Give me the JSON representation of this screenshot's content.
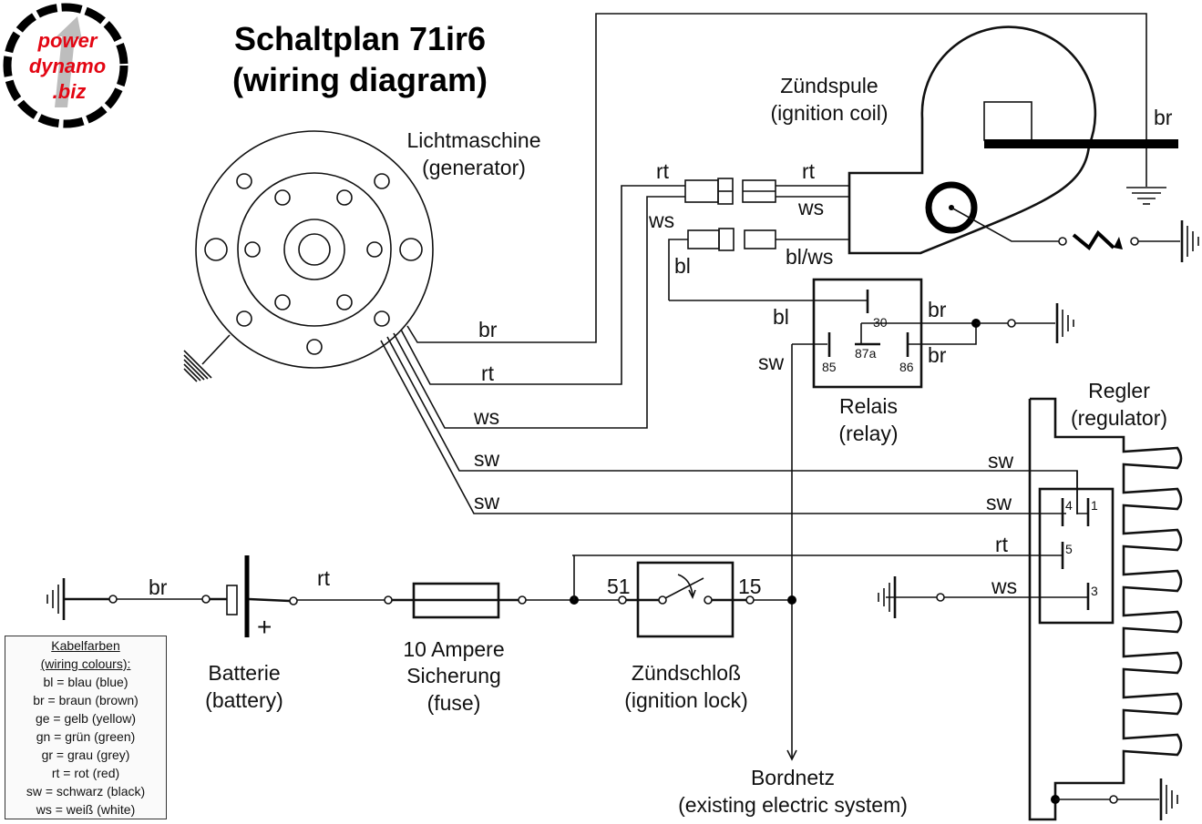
{
  "title": {
    "line1": "Schaltplan 71ir6",
    "line2": "(wiring diagram)"
  },
  "logo": {
    "line1": "power",
    "line2": "dynamo",
    "line3": ".biz",
    "accent_color": "#e30613"
  },
  "components": {
    "generator": {
      "name": "Lichtmaschine",
      "translation": "(generator)"
    },
    "ignition_coil": {
      "name": "Zündspule",
      "translation": "(ignition coil)"
    },
    "relay": {
      "name": "Relais",
      "translation": "(relay)",
      "pins": [
        "30",
        "87a",
        "85",
        "86"
      ]
    },
    "regulator": {
      "name": "Regler",
      "translation": "(regulator)",
      "pins": [
        "4",
        "1",
        "5",
        "3"
      ]
    },
    "battery": {
      "name": "Batterie",
      "translation": "(battery)",
      "polarity": "+"
    },
    "fuse": {
      "line1": "10 Ampere",
      "line2": "Sicherung",
      "translation": "(fuse)"
    },
    "ignition_lock": {
      "name": "Zündschloß",
      "translation": "(ignition lock)",
      "pins": [
        "51",
        "15"
      ]
    },
    "onboard_network": {
      "name": "Bordnetz",
      "translation": "(existing electric system)"
    }
  },
  "wires": {
    "gen_br": "br",
    "gen_rt": "rt",
    "gen_ws": "ws",
    "gen_sw1": "sw",
    "gen_sw2": "sw",
    "conn_rt_left": "rt",
    "conn_ws_left": "ws",
    "conn_bl_left": "bl",
    "conn_rt_right": "rt",
    "conn_ws_right": "ws",
    "conn_blws_right": "bl/ws",
    "coil_ground": "br",
    "relay_bl": "bl",
    "relay_sw": "sw",
    "relay_br_top": "br",
    "relay_br_bottom": "br",
    "reg_sw1": "sw",
    "reg_sw2": "sw",
    "reg_rt": "rt",
    "reg_ws": "ws",
    "battery_br": "br",
    "battery_rt": "rt"
  },
  "legend": {
    "title": "Kabelfarben",
    "subtitle": "(wiring colours):",
    "entries": [
      "bl = blau (blue)",
      "br = braun (brown)",
      "ge = gelb (yellow)",
      "gn = grün (green)",
      "gr = grau (grey)",
      "rt = rot (red)",
      "sw = schwarz (black)",
      "ws = weiß (white)"
    ]
  }
}
